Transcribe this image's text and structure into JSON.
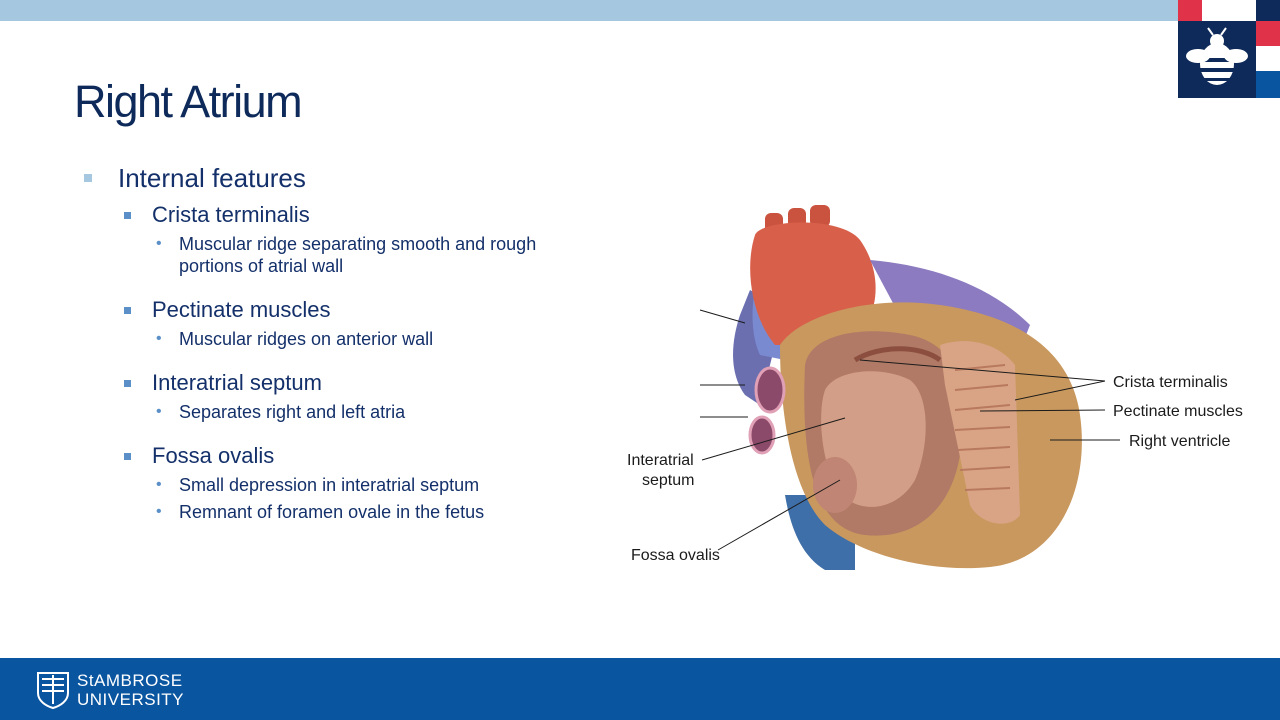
{
  "slide": {
    "title": "Right Atrium",
    "bullets": {
      "level1": "Internal features",
      "items": [
        {
          "heading": "Crista terminalis",
          "subs": [
            "Muscular ridge separating smooth and rough",
            "portions of atrial wall"
          ]
        },
        {
          "heading": "Pectinate muscles",
          "subs": [
            "Muscular ridges on anterior wall"
          ]
        },
        {
          "heading": "Interatrial septum",
          "subs": [
            "Separates right and left atria"
          ]
        },
        {
          "heading": "Fossa ovalis",
          "subs": [
            "Small depression in interatrial septum",
            "Remnant of foramen ovale in the fetus"
          ]
        }
      ]
    }
  },
  "figure": {
    "labels": {
      "crista": "Crista terminalis",
      "pectinate": "Pectinate muscles",
      "right_ventricle": "Right ventricle",
      "interatrial_1": "Interatrial",
      "interatrial_2": "septum",
      "fossa": "Fossa ovalis"
    }
  },
  "footer": {
    "university_line1": "StAMBROSE",
    "university_line2": "UNIVERSITY"
  },
  "colors": {
    "title": "#0d2a5a",
    "accent_light": "#a5c7e0",
    "footer": "#0a55a0",
    "logo_navy": "#0d2a5a",
    "logo_red": "#e0334a"
  }
}
